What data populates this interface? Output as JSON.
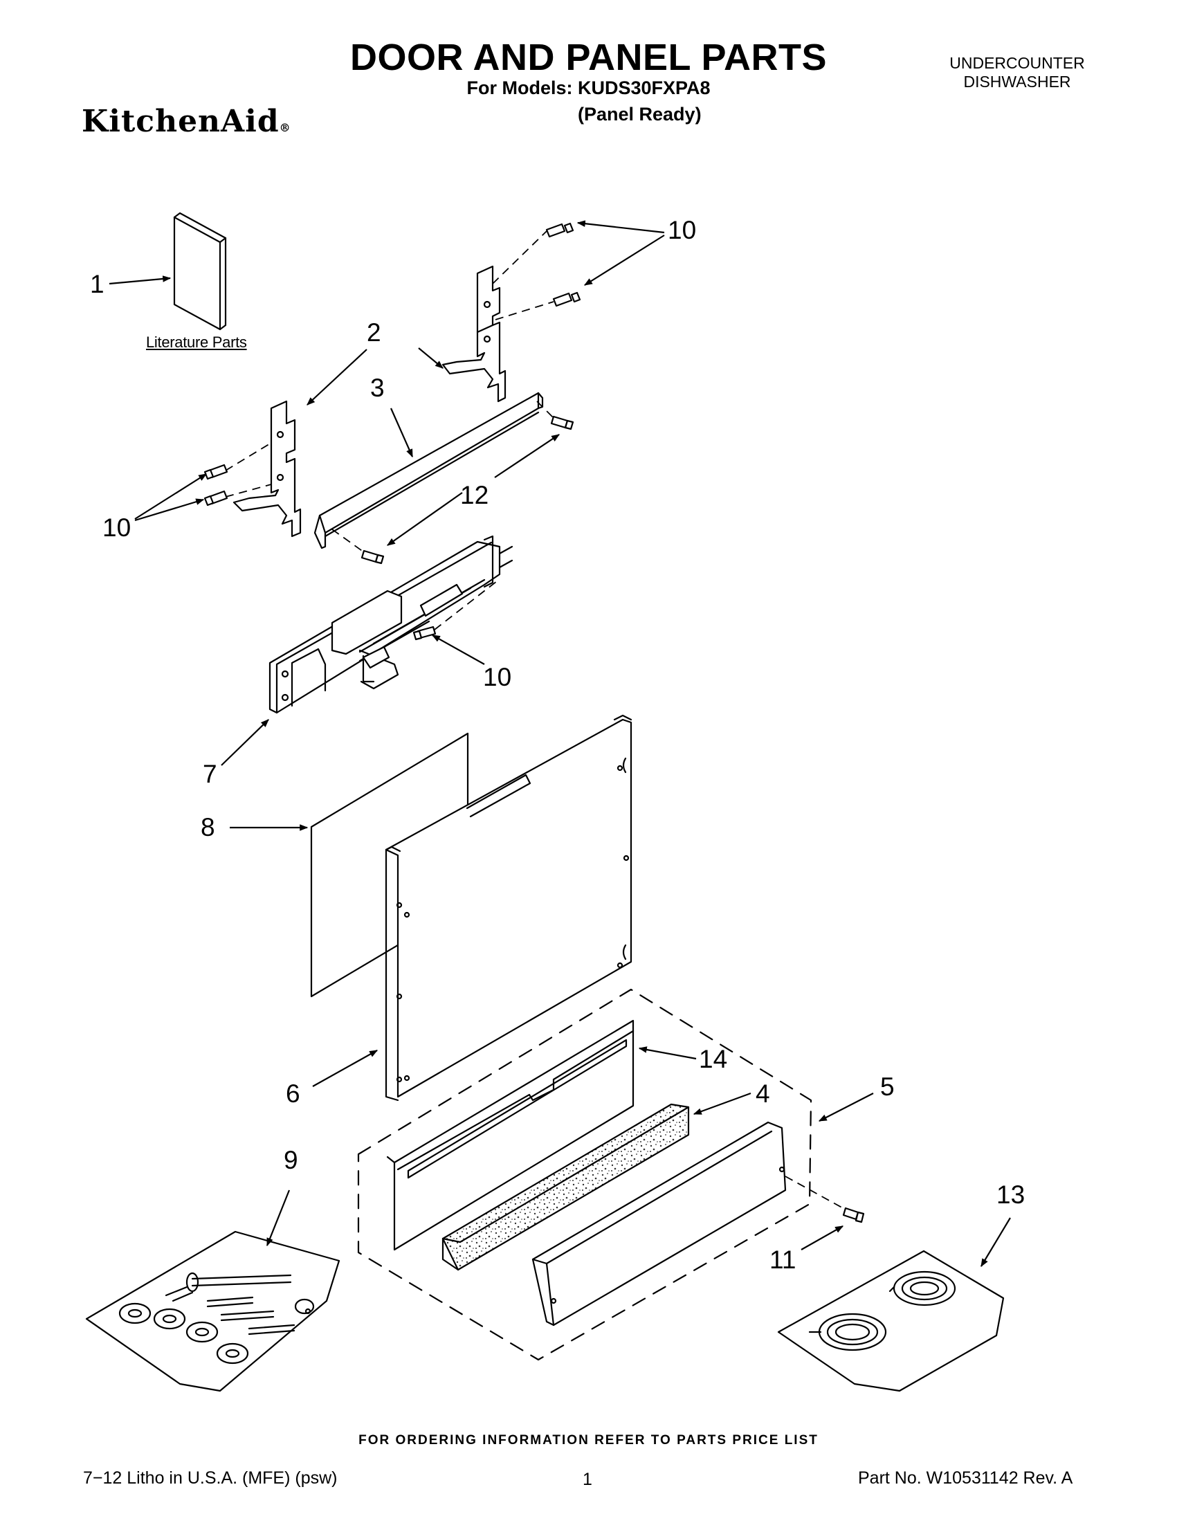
{
  "header": {
    "title": "DOOR AND PANEL PARTS",
    "models": "For Models: KUDS30FXPA8",
    "variant": "(Panel Ready)",
    "category_line1": "UNDERCOUNTER",
    "category_line2": "DISHWASHER",
    "brand": "KitchenAid",
    "brand_mark": "®"
  },
  "labels": {
    "literature": "Literature Parts",
    "callouts": [
      "1",
      "2",
      "3",
      "10",
      "10",
      "12",
      "10",
      "7",
      "8",
      "6",
      "14",
      "4",
      "5",
      "9",
      "11",
      "13"
    ]
  },
  "footer": {
    "ordering_note": "FOR ORDERING INFORMATION REFER TO PARTS PRICE LIST",
    "litho": "7−12 Litho in U.S.A. (MFE) (psw)",
    "page": "1",
    "part_no": "Part No. W10531142 Rev. A"
  }
}
